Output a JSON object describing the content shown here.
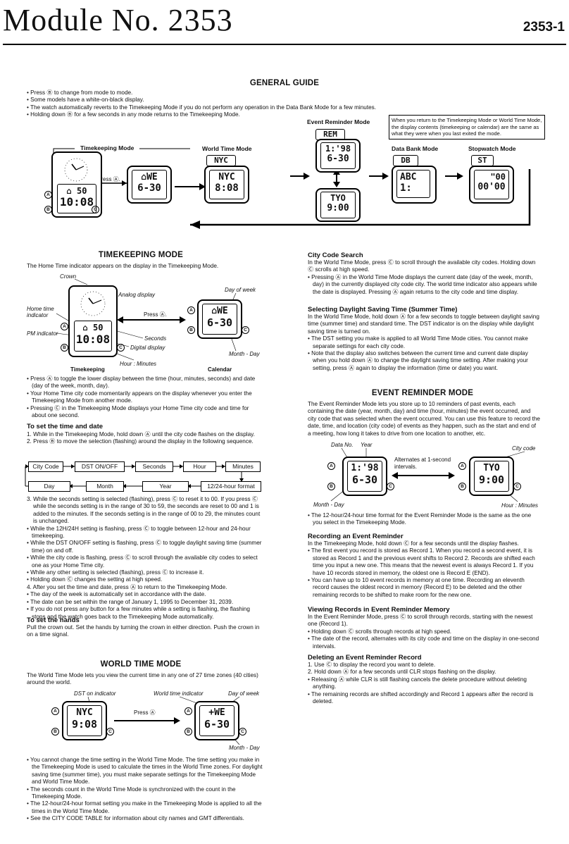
{
  "header": {
    "title": "Module No. 2353",
    "page": "2353-1"
  },
  "general": {
    "heading": "GENERAL GUIDE",
    "bullets": [
      "Press Ⓑ to change from mode to mode.",
      "Some models have a white-on-black display.",
      "The watch automatically reverts to the Timekeeping Mode if you do not perform any operation in the Data Bank Mode for a few minutes.",
      "Holding down Ⓑ for a few seconds in any mode returns to the Timekeeping Mode."
    ],
    "note": "When you return to the Timekeeping Mode or World Time Mode, the display contents (timekeeping or calendar) are the same as what they were when you last exited the mode.",
    "modes": {
      "timekeeping": "Timekeeping Mode",
      "world": "World Time Mode",
      "event": "Event Reminder Mode",
      "databank": "Data Bank Mode",
      "stopwatch": "Stopwatch Mode"
    },
    "press_a": "Press Ⓐ."
  },
  "displays": {
    "tk_top": "⌂ 50",
    "tk_bot": "10:08",
    "cal_top": "⌂WE",
    "cal_bot": "6-30",
    "nyc_tag": "NYC",
    "nyc_top": "NYC",
    "nyc_bot": "8:08",
    "rem_tag": "REM",
    "rem_top": "1:'98",
    "rem_bot": "6-30",
    "tyo_top": "TYO",
    "tyo_bot": "9:00",
    "db_tag": "DB",
    "db_top": "ABC",
    "db_bot": "1:",
    "st_tag": "ST",
    "st_top": "\"00",
    "st_bot": "00'00",
    "wt_top": "NYC",
    "wt_bot": "9:08",
    "wt2_top": "+WE",
    "wt2_bot": "6-30"
  },
  "timekeeping": {
    "heading": "TIMEKEEPING MODE",
    "intro": "The Home Time indicator appears on the display in the Timekeeping Mode.",
    "captions": {
      "crown": "Crown",
      "analog": "Analog display",
      "home": "Home time indicator",
      "pm": "PM indicator",
      "seconds": "Seconds",
      "digital": "Digital display",
      "hourmin": "Hour : Minutes",
      "dow": "Day of week",
      "monthday": "Month - Day",
      "press": "Press Ⓐ.",
      "timekeeping": "Timekeeping",
      "calendar": "Calendar"
    },
    "bullets": [
      "Press Ⓐ to toggle the lower display between the time (hour, minutes, seconds) and date (day of the week, month, day).",
      "Your Home Time city code momentarily appears on the display whenever you enter the Timekeeping Mode from another mode.",
      "Pressing Ⓒ in the Timekeeping Mode displays your Home Time city code and time for about one second."
    ],
    "set_heading": "To set the time and date",
    "steps12": [
      "1. While in the Timekeeping Mode, hold down Ⓐ until the city code flashes on the display.",
      "2. Press Ⓑ to move the selection (flashing) around the display in the following sequence."
    ],
    "seq_top": [
      "City Code",
      "DST ON/OFF",
      "Seconds",
      "Hour",
      "Minutes"
    ],
    "seq_bot": [
      "Day",
      "Month",
      "Year",
      "12/24-hour format"
    ],
    "step3": "3. While the seconds setting is selected (flashing), press Ⓒ to reset it to 00. If you press Ⓒ while the seconds setting is in the range of 30 to 59, the seconds are reset to 00 and 1 is added to the minutes. If the seconds setting is in the range of 00 to 29, the minutes count is unchanged.",
    "bullets2": [
      "While the 12H/24H setting is flashing, press Ⓒ to toggle between 12-hour and 24-hour timekeeping.",
      "While the DST ON/OFF setting is flashing, press Ⓒ to toggle daylight saving time (summer time) on and off.",
      "While the city code is flashing, press Ⓒ to scroll through the available city codes to select one as your Home Time city.",
      "While any other setting is selected (flashing), press Ⓒ to increase it.",
      "Holding down Ⓒ changes the setting at high speed."
    ],
    "step4": "4. After you set the time and date, press Ⓐ to return to the Timekeeping Mode.",
    "bullets3": [
      "The day of the week is automatically set in accordance with the date.",
      "The date can be set within the range of January 1, 1995 to December 31, 2039.",
      "If you do not press any button for a few minutes while a setting is flashing, the flashing stops and the watch goes back to the Timekeeping Mode automatically."
    ],
    "hands_heading": "To set the hands",
    "hands_text": "Pull the crown out. Set the hands by turning the crown in either direction. Push the crown in on a time signal."
  },
  "world": {
    "heading": "WORLD TIME MODE",
    "intro": "The World Time Mode lets you view the current time in any one of 27 time zones (40 cities) around the world.",
    "captions": {
      "dst": "DST on indicator",
      "wti": "World time indicator",
      "dow": "Day of week",
      "monthday": "Month - Day",
      "press": "Press Ⓐ"
    },
    "bullets": [
      "You cannot change the time setting in the World Time Mode. The time setting you make in the Timekeeping Mode is used to calculate the times in the World Time zones. For daylight saving time (summer time), you must make separate settings for the Timekeeping Mode and World Time Mode.",
      "The seconds count in the World Time Mode is synchronized with the count in the Timekeeping Mode.",
      "The 12-hour/24-hour format setting you make in the Timekeeping Mode is applied to all the times in the World Time Mode.",
      "See the CITY CODE TABLE for information about city names and GMT differentials."
    ]
  },
  "citysearch": {
    "heading": "City Code Search",
    "text": "In the World Time Mode, press Ⓒ to scroll through the available city codes. Holding down Ⓒ scrolls at high speed.",
    "bullets": [
      "Pressing Ⓐ in the World Time Mode displays the current date (day of the week, month, day) in the currently displayed city code city. The world time indicator also appears while the date is displayed. Pressing Ⓐ again returns to the city code and time display."
    ]
  },
  "dst": {
    "heading": "Selecting Daylight Saving Time (Summer Time)",
    "text": "In the World Time Mode, hold down Ⓐ for a few seconds to toggle between daylight saving time (summer time) and standard time. The DST indicator is on the display while daylight saving time is turned on.",
    "bullets": [
      "The DST setting you make is applied to all World Time Mode cities. You cannot make separate settings for each city code.",
      "Note that the display also switches between the current time and current date display when you hold down Ⓐ to change the daylight saving time setting. After making your setting, press Ⓐ again to display the information (time or date) you want."
    ]
  },
  "event": {
    "heading": "EVENT REMINDER MODE",
    "intro": "The Event Reminder Mode lets you store up to 10 reminders of past events, each containing the date (year, month, day) and time (hour, minutes) the event occurred, and city code that was selected when the event occurred. You can use this feature to record the date, time, and location (city code) of events as they happen, such as the start and end of a meeting, how long it takes to drive from one location to another, etc.",
    "captions": {
      "datano": "Data No.",
      "year": "Year",
      "alternates": "Alternates at 1-second intervals.",
      "city": "City code",
      "monthday": "Month - Day",
      "hourmin": "Hour : Minutes"
    },
    "bullets": [
      "The 12-hour/24-hour time format for the Event Reminder Mode is the same as the one you select in the Timekeeping Mode."
    ],
    "rec_heading": "Recording an Event Reminder",
    "rec_text": "In the Timekeeping Mode, hold down Ⓒ for a few seconds until the display flashes.",
    "rec_bullets": [
      "The first event you record is stored as Record 1. When you record a second event, it is stored as Record 1 and the previous event shifts to Record 2. Records are shifted each time you input a new one. This means that the newest event is always Record 1. If you have 10 records stored in memory, the oldest one is Record E (END).",
      "You can have up to 10 event records in memory at one time. Recording an eleventh record causes the oldest record in memory (Record E) to be deleted and the other remaining records to be shifted to make room for the new one."
    ],
    "view_heading": "Viewing Records in Event Reminder Memory",
    "view_text": "In the Event Reminder Mode, press Ⓒ to scroll through records, starting with the newest one (Record 1).",
    "view_bullets": [
      "Holding down Ⓒ scrolls through records at high speed.",
      "The date of the record, alternates with its city code and time on the display in one-second intervals."
    ],
    "del_heading": "Deleting an Event Reminder Record",
    "del_steps": [
      "1. Use Ⓒ to display the record you want to delete.",
      "2. Hold down Ⓐ for a few seconds until CLR stops flashing on the display."
    ],
    "del_bullets": [
      "Releasing Ⓐ while CLR is still flashing cancels the delete procedure without deleting anything.",
      "The remaining records are shifted accordingly and Record 1 appears after the record is deleted."
    ]
  },
  "btn": {
    "a": "A",
    "b": "B",
    "c": "C"
  }
}
